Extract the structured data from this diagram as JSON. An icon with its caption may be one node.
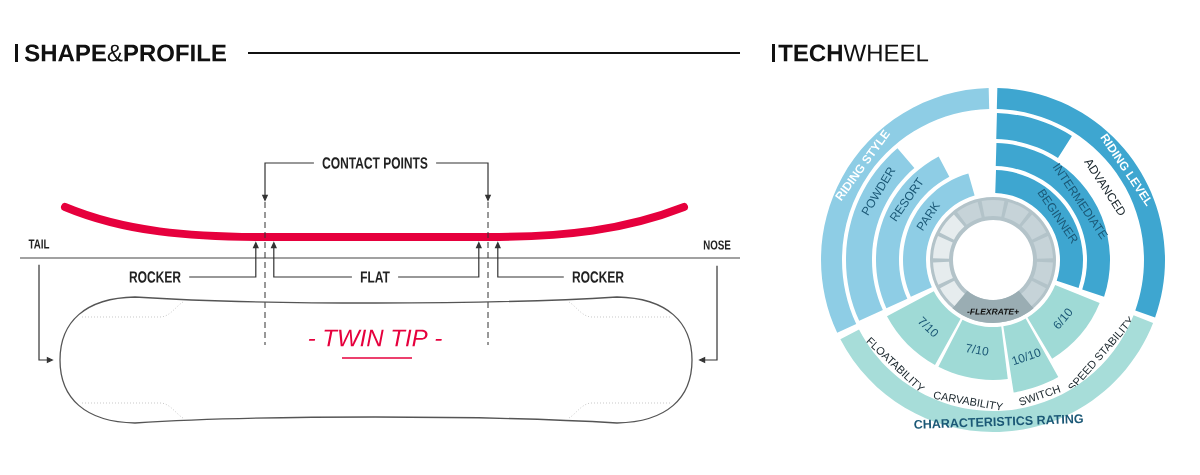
{
  "diagram": {
    "nodes": [
      {
        "text": [
          "CONTACT POINTS"
        ]
      },
      {
        "text": [],
        "shape": "curve"
      },
      {
        "text": [],
        "shape": "line"
      },
      {
        "text": [],
        "shape": "line"
      },
      {
        "text": [
          "TAIL"
        ]
      },
      {
        "text": [
          "NOSE"
        ]
      },
      {
        "text": [
          "ROCKER"
        ]
      },
      {
        "text": [
          "FLAT"
        ]
      },
      {
        "text": [
          "ROCKER"
        ]
      },
      {
        "text": [
          "- TWIN TIP -"
        ]
      },
      {
        "text": [
          "RIDING STYLE"
        ]
      },
      {
        "text": [
          "RIDING LEVEL"
        ]
      },
      {
        "text": [
          "POWDER"
        ]
      },
      {
        "text": [
          "RESORT"
        ]
      },
      {
        "text": [
          "PARK"
        ]
      },
      {
        "text": [
          "ADVANCED"
        ]
      },
      {
        "text": [
          "INTERMEDIATE"
        ]
      },
      {
        "text": [
          "BEGINNER"
        ]
      },
      {
        "text": [
          "-FLEXRATE+"
        ]
      },
      {
        "text": [
          "7/10"
        ]
      },
      {
        "text": [
          "7/10"
        ]
      },
      {
        "text": [
          "10/10"
        ]
      },
      {
        "text": [
          "6/10"
        ]
      },
      {
        "text": [
          "CHARACTERISTICS RATING"
        ]
      }
    ],
    "edges": [
      {
        "from": 0,
        "to": 2,
        "arrow": "to"
      },
      {
        "from": 0,
        "to": 3,
        "arrow": "to"
      },
      {
        "from": 4,
        "to": 9,
        "arrow": "to"
      },
      {
        "from": 5,
        "to": 9,
        "arrow": "to"
      },
      {
        "from": 6,
        "to": 1,
        "arrow": "to"
      },
      {
        "from": 7,
        "to": 1,
        "arrow": "to"
      },
      {
        "from": 7,
        "to": 1,
        "arrow": "to"
      },
      {
        "from": 8,
        "to": 1,
        "arrow": "to"
      }
    ],
    "labels": [
      "**SHAPE**&**PROFILE**",
      "**TECH**WHEEL",
      "FLOATABILITY",
      "CARVABILITY",
      "SWITCH",
      "SPEED STABILITY"
    ]
  }
}
